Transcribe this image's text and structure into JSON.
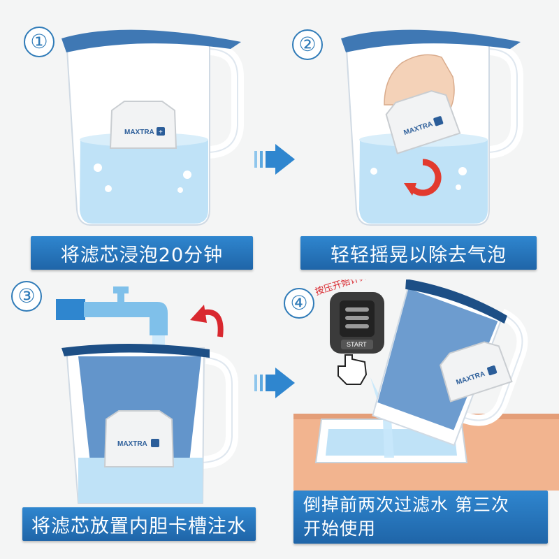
{
  "steps": [
    {
      "number": "①",
      "caption": "将滤芯浸泡20分钟",
      "filter_label": "MAXTRA"
    },
    {
      "number": "②",
      "caption": "轻轻摇晃以除去气泡",
      "filter_label": "MAXTRA"
    },
    {
      "number": "③",
      "caption": "将滤芯放置内胆卡槽注水",
      "filter_label": "MAXTRA"
    },
    {
      "number": "④",
      "caption_line1": "倒掉前两次过滤水 第三次",
      "caption_line2": "开始使用",
      "filter_label": "MAXTRA",
      "timer_hint": "按压开始计算器",
      "start_label": "START"
    }
  ],
  "colors": {
    "accent": "#1f6fbf",
    "water": "#bfe2f7",
    "counter": "#f2b48f"
  },
  "icons": [
    "pitcher-icon",
    "filter-cartridge-icon",
    "hand-icon",
    "rotate-arrow-icon",
    "faucet-icon",
    "curved-arrow-icon",
    "timer-icon",
    "pointer-hand-icon",
    "sink-icon",
    "step-arrow-icon"
  ]
}
